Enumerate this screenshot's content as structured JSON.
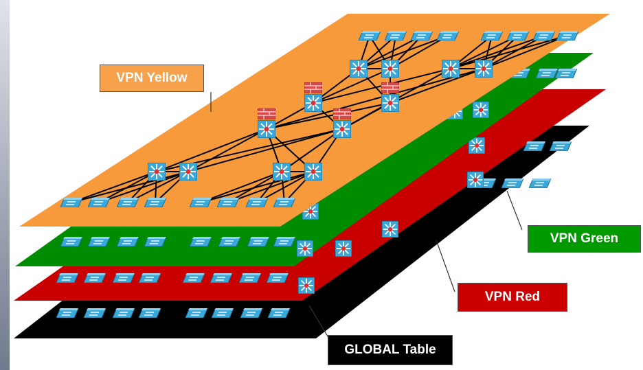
{
  "layers": {
    "yellow": {
      "label": "VPN Yellow",
      "color": "#f79a3c"
    },
    "green": {
      "label": "VPN Green",
      "color": "#008c00"
    },
    "red": {
      "label": "VPN Red",
      "color": "#c80000"
    },
    "global": {
      "label": "GLOBAL Table",
      "color": "#000000"
    }
  },
  "icons": {
    "access_switch": "switch-icon",
    "distribution_switch": "layer3-switch-icon",
    "firewall": "firewall-icon"
  },
  "colors": {
    "device_blue": "#3aa8d8",
    "device_edge": "#1b6e96",
    "firewall_red": "#d94848",
    "link": "#000000"
  }
}
